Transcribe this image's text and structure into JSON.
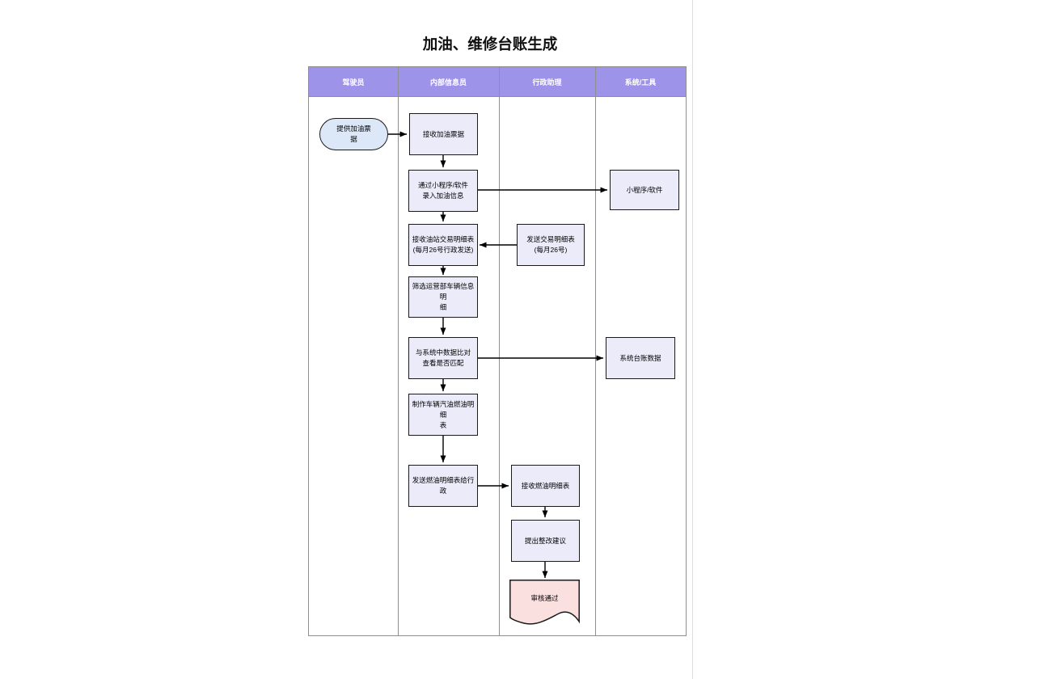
{
  "title": "加油、维修台账生成",
  "lanes": [
    {
      "label": "驾驶员"
    },
    {
      "label": "内部信息员"
    },
    {
      "label": "行政助理"
    },
    {
      "label": "系统/工具"
    }
  ],
  "nodes": {
    "provide_receipt": {
      "label": "提供加油票\n据",
      "shape": "stadium",
      "lane": "驾驶员"
    },
    "receive_receipt": {
      "label": "接收加油票据",
      "shape": "process",
      "lane": "内部信息员"
    },
    "enter_fuel_info": {
      "label": "通过小程序/软件\n录入加油信息",
      "shape": "process",
      "lane": "内部信息员"
    },
    "miniprogram_software": {
      "label": "小程序/软件",
      "shape": "process",
      "lane": "系统/工具"
    },
    "receive_station_statement": {
      "label": "接收油站交易明细表\n(每月26号行政发送)",
      "shape": "process",
      "lane": "内部信息员"
    },
    "send_statement": {
      "label": "发送交易明细表\n(每月26号)",
      "shape": "process",
      "lane": "行政助理"
    },
    "filter_vehicle_info": {
      "label": "筛选运营部车辆信息明\n细",
      "shape": "process",
      "lane": "内部信息员"
    },
    "compare_system_data": {
      "label": "与系统中数据比对\n查看是否匹配",
      "shape": "process",
      "lane": "内部信息员"
    },
    "system_ledger_data": {
      "label": "系统台账数据",
      "shape": "process",
      "lane": "系统/工具"
    },
    "make_fuel_detail": {
      "label": "制作车辆汽油燃油明细\n表",
      "shape": "process",
      "lane": "内部信息员"
    },
    "send_fuel_detail": {
      "label": "发送燃油明细表给行政",
      "shape": "process",
      "lane": "内部信息员"
    },
    "receive_fuel_detail": {
      "label": "接收燃油明细表",
      "shape": "process",
      "lane": "行政助理"
    },
    "propose_rectification": {
      "label": "提出整改建议",
      "shape": "process",
      "lane": "行政助理"
    },
    "audit_passed": {
      "label": "审核通过",
      "shape": "document",
      "lane": "行政助理"
    }
  },
  "connections": [
    {
      "from": "provide_receipt",
      "to": "receive_receipt"
    },
    {
      "from": "receive_receipt",
      "to": "enter_fuel_info"
    },
    {
      "from": "enter_fuel_info",
      "to": "miniprogram_software"
    },
    {
      "from": "enter_fuel_info",
      "to": "receive_station_statement"
    },
    {
      "from": "send_statement",
      "to": "receive_station_statement"
    },
    {
      "from": "receive_station_statement",
      "to": "filter_vehicle_info"
    },
    {
      "from": "filter_vehicle_info",
      "to": "compare_system_data"
    },
    {
      "from": "compare_system_data",
      "to": "system_ledger_data"
    },
    {
      "from": "compare_system_data",
      "to": "make_fuel_detail"
    },
    {
      "from": "make_fuel_detail",
      "to": "send_fuel_detail"
    },
    {
      "from": "send_fuel_detail",
      "to": "receive_fuel_detail"
    },
    {
      "from": "receive_fuel_detail",
      "to": "propose_rectification"
    },
    {
      "from": "propose_rectification",
      "to": "audit_passed"
    }
  ],
  "colors": {
    "lane_header_fill": "#9d93e9",
    "lane_header_text": "#ffffff",
    "grid_line": "#8f8f8f",
    "process_fill": "#ecebfa",
    "stadium_fill": "#dce7f8",
    "document_fill": "#fbe0e0",
    "shape_border": "#1a1a1a",
    "arrow": "#000000"
  }
}
